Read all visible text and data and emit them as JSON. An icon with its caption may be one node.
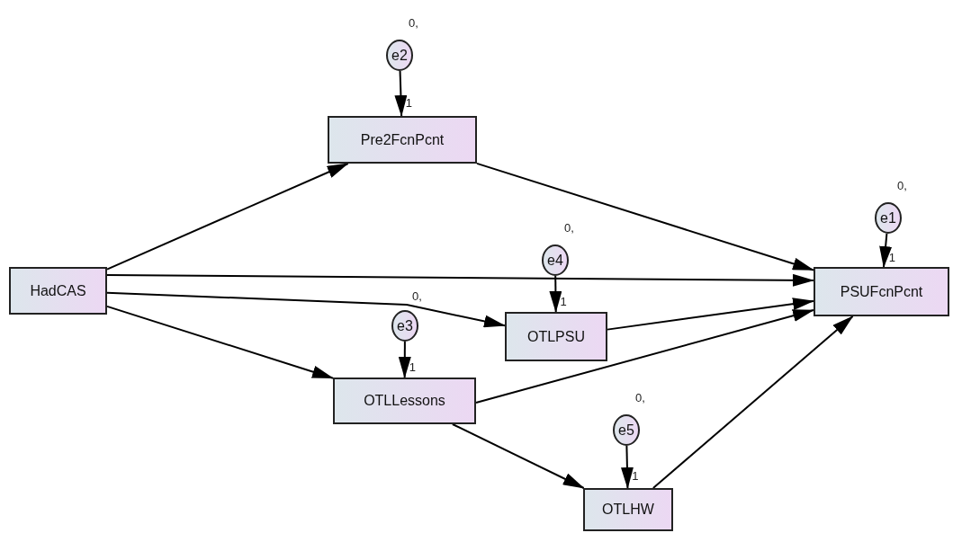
{
  "diagram": {
    "nodes": [
      {
        "text": [
          "HadCAS"
        ]
      },
      {
        "text": [
          "e2"
        ],
        "beside": [
          "0,"
        ]
      },
      {
        "text": [
          "Pre2FcnPcnt"
        ]
      },
      {
        "text": [
          "e1"
        ],
        "beside": [
          "0,"
        ]
      },
      {
        "text": [
          "PSUFcnPcnt"
        ]
      },
      {
        "text": [
          "e4"
        ],
        "beside": [
          "0,"
        ]
      },
      {
        "text": [
          "e3"
        ],
        "beside": [
          "0,"
        ]
      },
      {
        "text": [
          "OTLPSU"
        ]
      },
      {
        "text": [
          "OTLLessons"
        ]
      },
      {
        "text": [
          "e5"
        ],
        "beside": [
          "0,"
        ]
      },
      {
        "text": [
          "OTLHW"
        ]
      }
    ],
    "edges": [
      {
        "from": 0,
        "to": 2,
        "arrow": "to"
      },
      {
        "from": 0,
        "to": 4,
        "arrow": "to"
      },
      {
        "from": 0,
        "to": 7,
        "arrow": "to"
      },
      {
        "from": 0,
        "to": 8,
        "arrow": "to"
      },
      {
        "from": 2,
        "to": 4,
        "arrow": "to"
      },
      {
        "from": 7,
        "to": 4,
        "arrow": "to"
      },
      {
        "from": 8,
        "to": 4,
        "arrow": "to"
      },
      {
        "from": 8,
        "to": 10,
        "arrow": "to"
      },
      {
        "from": 10,
        "to": 4,
        "arrow": "to"
      },
      {
        "from": 1,
        "to": 2,
        "arrow": "to",
        "label": "1"
      },
      {
        "from": 3,
        "to": 4,
        "arrow": "to",
        "label": "1"
      },
      {
        "from": 5,
        "to": 7,
        "arrow": "to",
        "label": "1"
      },
      {
        "from": 6,
        "to": 8,
        "arrow": "to",
        "label": "1"
      },
      {
        "from": 9,
        "to": 10,
        "arrow": "to",
        "label": "1"
      }
    ]
  }
}
